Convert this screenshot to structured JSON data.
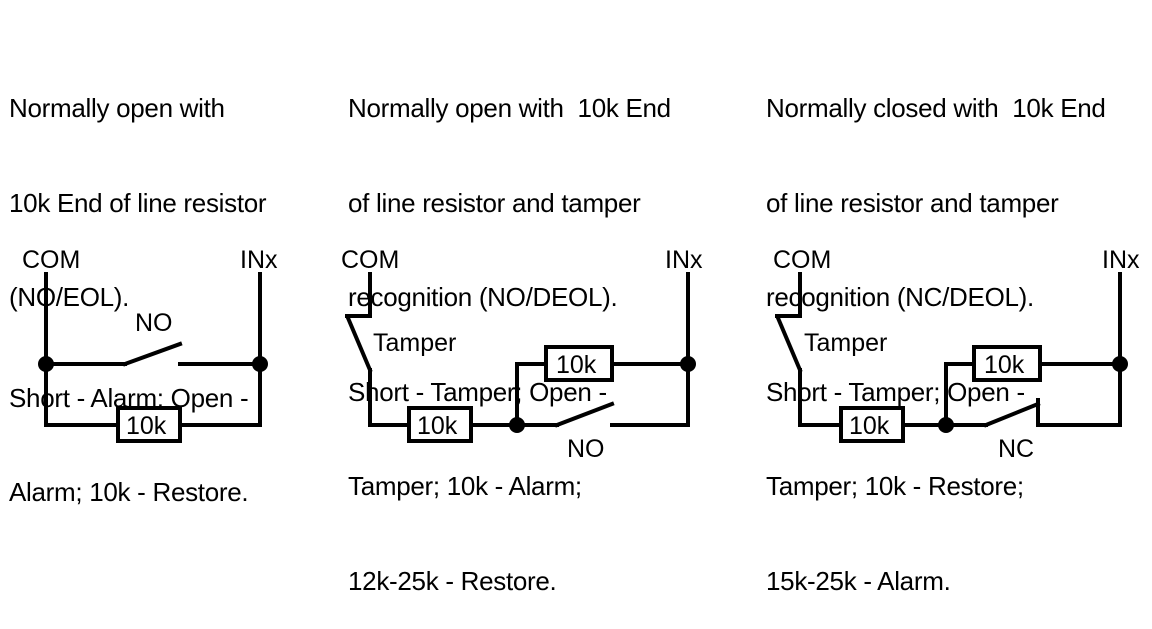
{
  "descriptions": [
    {
      "lines": [
        "Normally open with",
        "10k End of line resistor",
        "(NO/EOL).",
        "Short - Alarm; Open -",
        "Alarm; 10k - Restore."
      ]
    },
    {
      "lines": [
        "Normally open with  10k End",
        "of line resistor and tamper",
        "recognition (NO/DEOL).",
        "Short - Tamper; Open -",
        "Tamper; 10k - Alarm;",
        "12k-25k - Restore."
      ]
    },
    {
      "lines": [
        "Normally closed with  10k End",
        "of line resistor and tamper",
        "recognition (NC/DEOL).",
        "Short - Tamper; Open -",
        "Tamper; 10k - Restore;",
        "15k-25k - Alarm."
      ]
    }
  ],
  "circuits": [
    {
      "com_label": "COM",
      "inx_label": "INx",
      "switch_label": "NO",
      "resistor_label": "10k"
    },
    {
      "com_label": "COM",
      "inx_label": "INx",
      "tamper_label": "Tamper",
      "series_resistor_label": "10k",
      "parallel_resistor_label": "10k",
      "switch_label": "NO"
    },
    {
      "com_label": "COM",
      "inx_label": "INx",
      "tamper_label": "Tamper",
      "series_resistor_label": "10k",
      "parallel_resistor_label": "10k",
      "switch_label": "NC"
    }
  ]
}
